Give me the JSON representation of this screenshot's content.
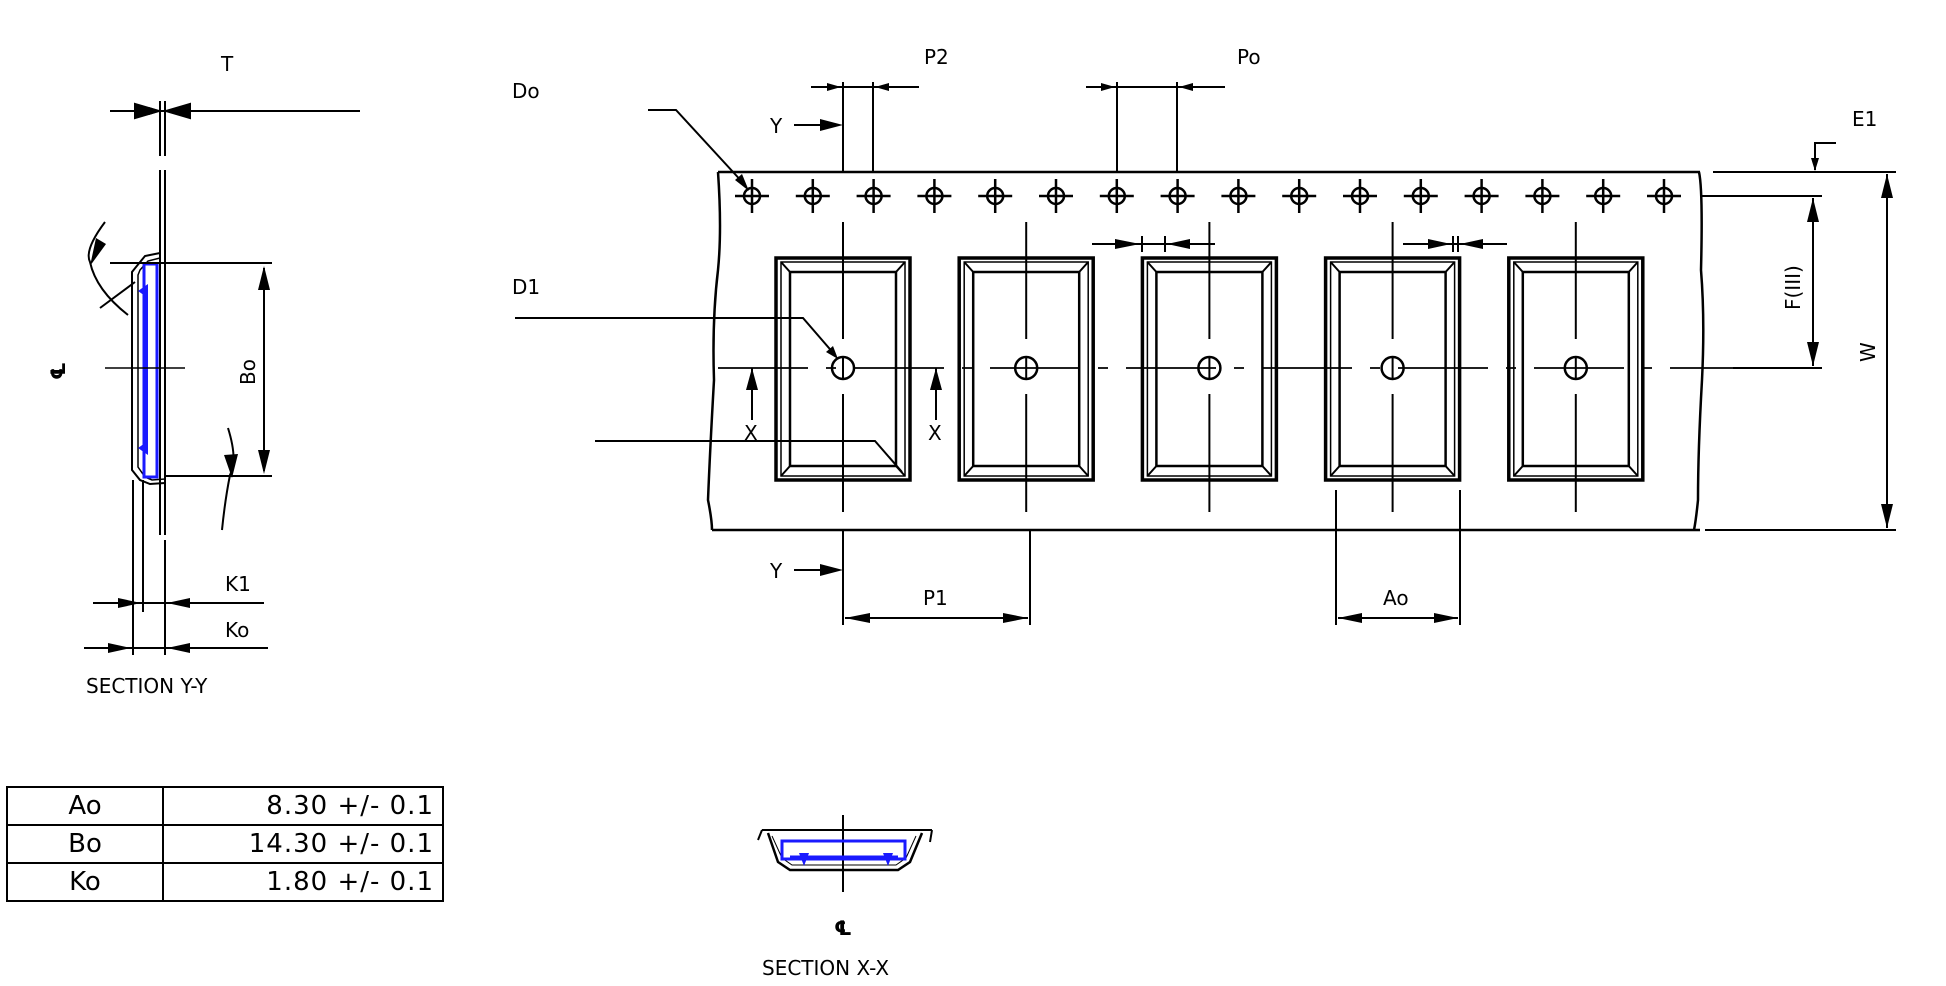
{
  "labels": {
    "T": "T",
    "K1": "K1",
    "Ko": "Ko",
    "Bo": "Bo",
    "CL": "℄",
    "section_yy": "SECTION  Y-Y",
    "section_xx": "SECTION  X-X",
    "Do": "Do",
    "D1": "D1",
    "P2": "P2",
    "Po": "Po",
    "P1": "P1",
    "Ao": "Ao",
    "E1": "E1",
    "F": "F(III)",
    "W": "W",
    "X": "X",
    "Y": "Y"
  },
  "colors": {
    "line": "#000000",
    "component": "#1a1aff"
  },
  "tape": {
    "sprocket_hole_count": 16,
    "pocket_count": 5
  },
  "dimension_table": [
    {
      "name": "Ao",
      "value": "8.30",
      "tolerance": "+/-  0.1"
    },
    {
      "name": "Bo",
      "value": "14.30",
      "tolerance": "+/-  0.1"
    },
    {
      "name": "Ko",
      "value": "1.80",
      "tolerance": "+/-  0.1"
    }
  ]
}
